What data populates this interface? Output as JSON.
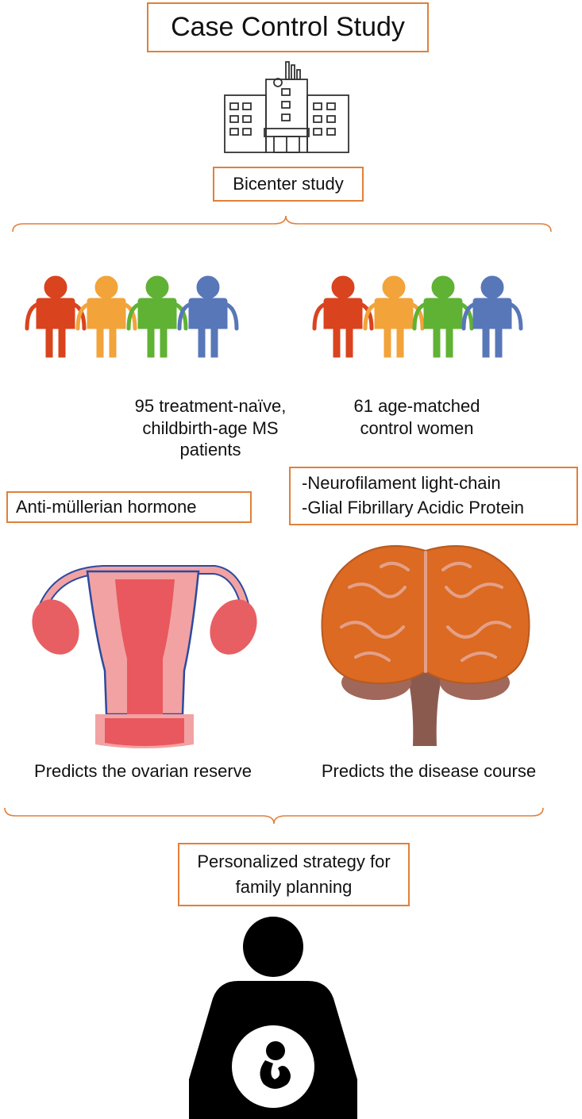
{
  "title": "Case Control Study",
  "bicenter": "Bicenter study",
  "groups": {
    "cases": "95 treatment-naïve,\nchildbirth-age MS patients",
    "controls": "61 age-matched\ncontrol women"
  },
  "biomarkers": {
    "amh": "Anti-müllerian hormone",
    "nfl": "-Neurofilament light-chain",
    "gfap": "-Glial Fibrillary Acidic Protein"
  },
  "captions": {
    "ovary": "Predicts the ovarian reserve",
    "brain": "Predicts the disease course"
  },
  "outcome": "Personalized strategy for\nfamily planning",
  "colors": {
    "box_border": "#e0803a",
    "person_red": "#d9431e",
    "person_orange": "#f2a33a",
    "person_green": "#5fb233",
    "person_blue": "#5877b8",
    "brain": "#dc6a22",
    "uterus": "#e85f63"
  },
  "icons": [
    "hospital-icon",
    "people-group-icon",
    "uterus-icon",
    "brain-icon",
    "pregnant-woman-icon"
  ]
}
